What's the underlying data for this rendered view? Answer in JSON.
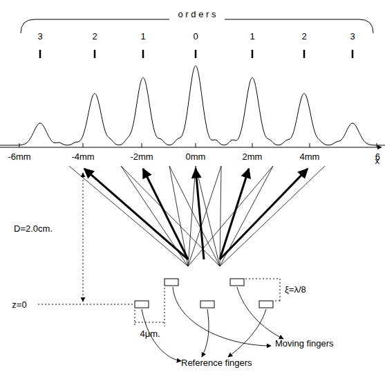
{
  "diagram": {
    "labels": [
      "o r d e r s",
      "3",
      "2",
      "1",
      "0",
      "1",
      "2",
      "3",
      "-6mm",
      "-4mm",
      "-2mm",
      "0mm",
      "2mm",
      "4mm",
      "6",
      "x",
      "D=2.0cm.",
      "z=0",
      "ξ=λ/8",
      "4μm.",
      "Moving fingers",
      "Reference fingers"
    ]
  }
}
